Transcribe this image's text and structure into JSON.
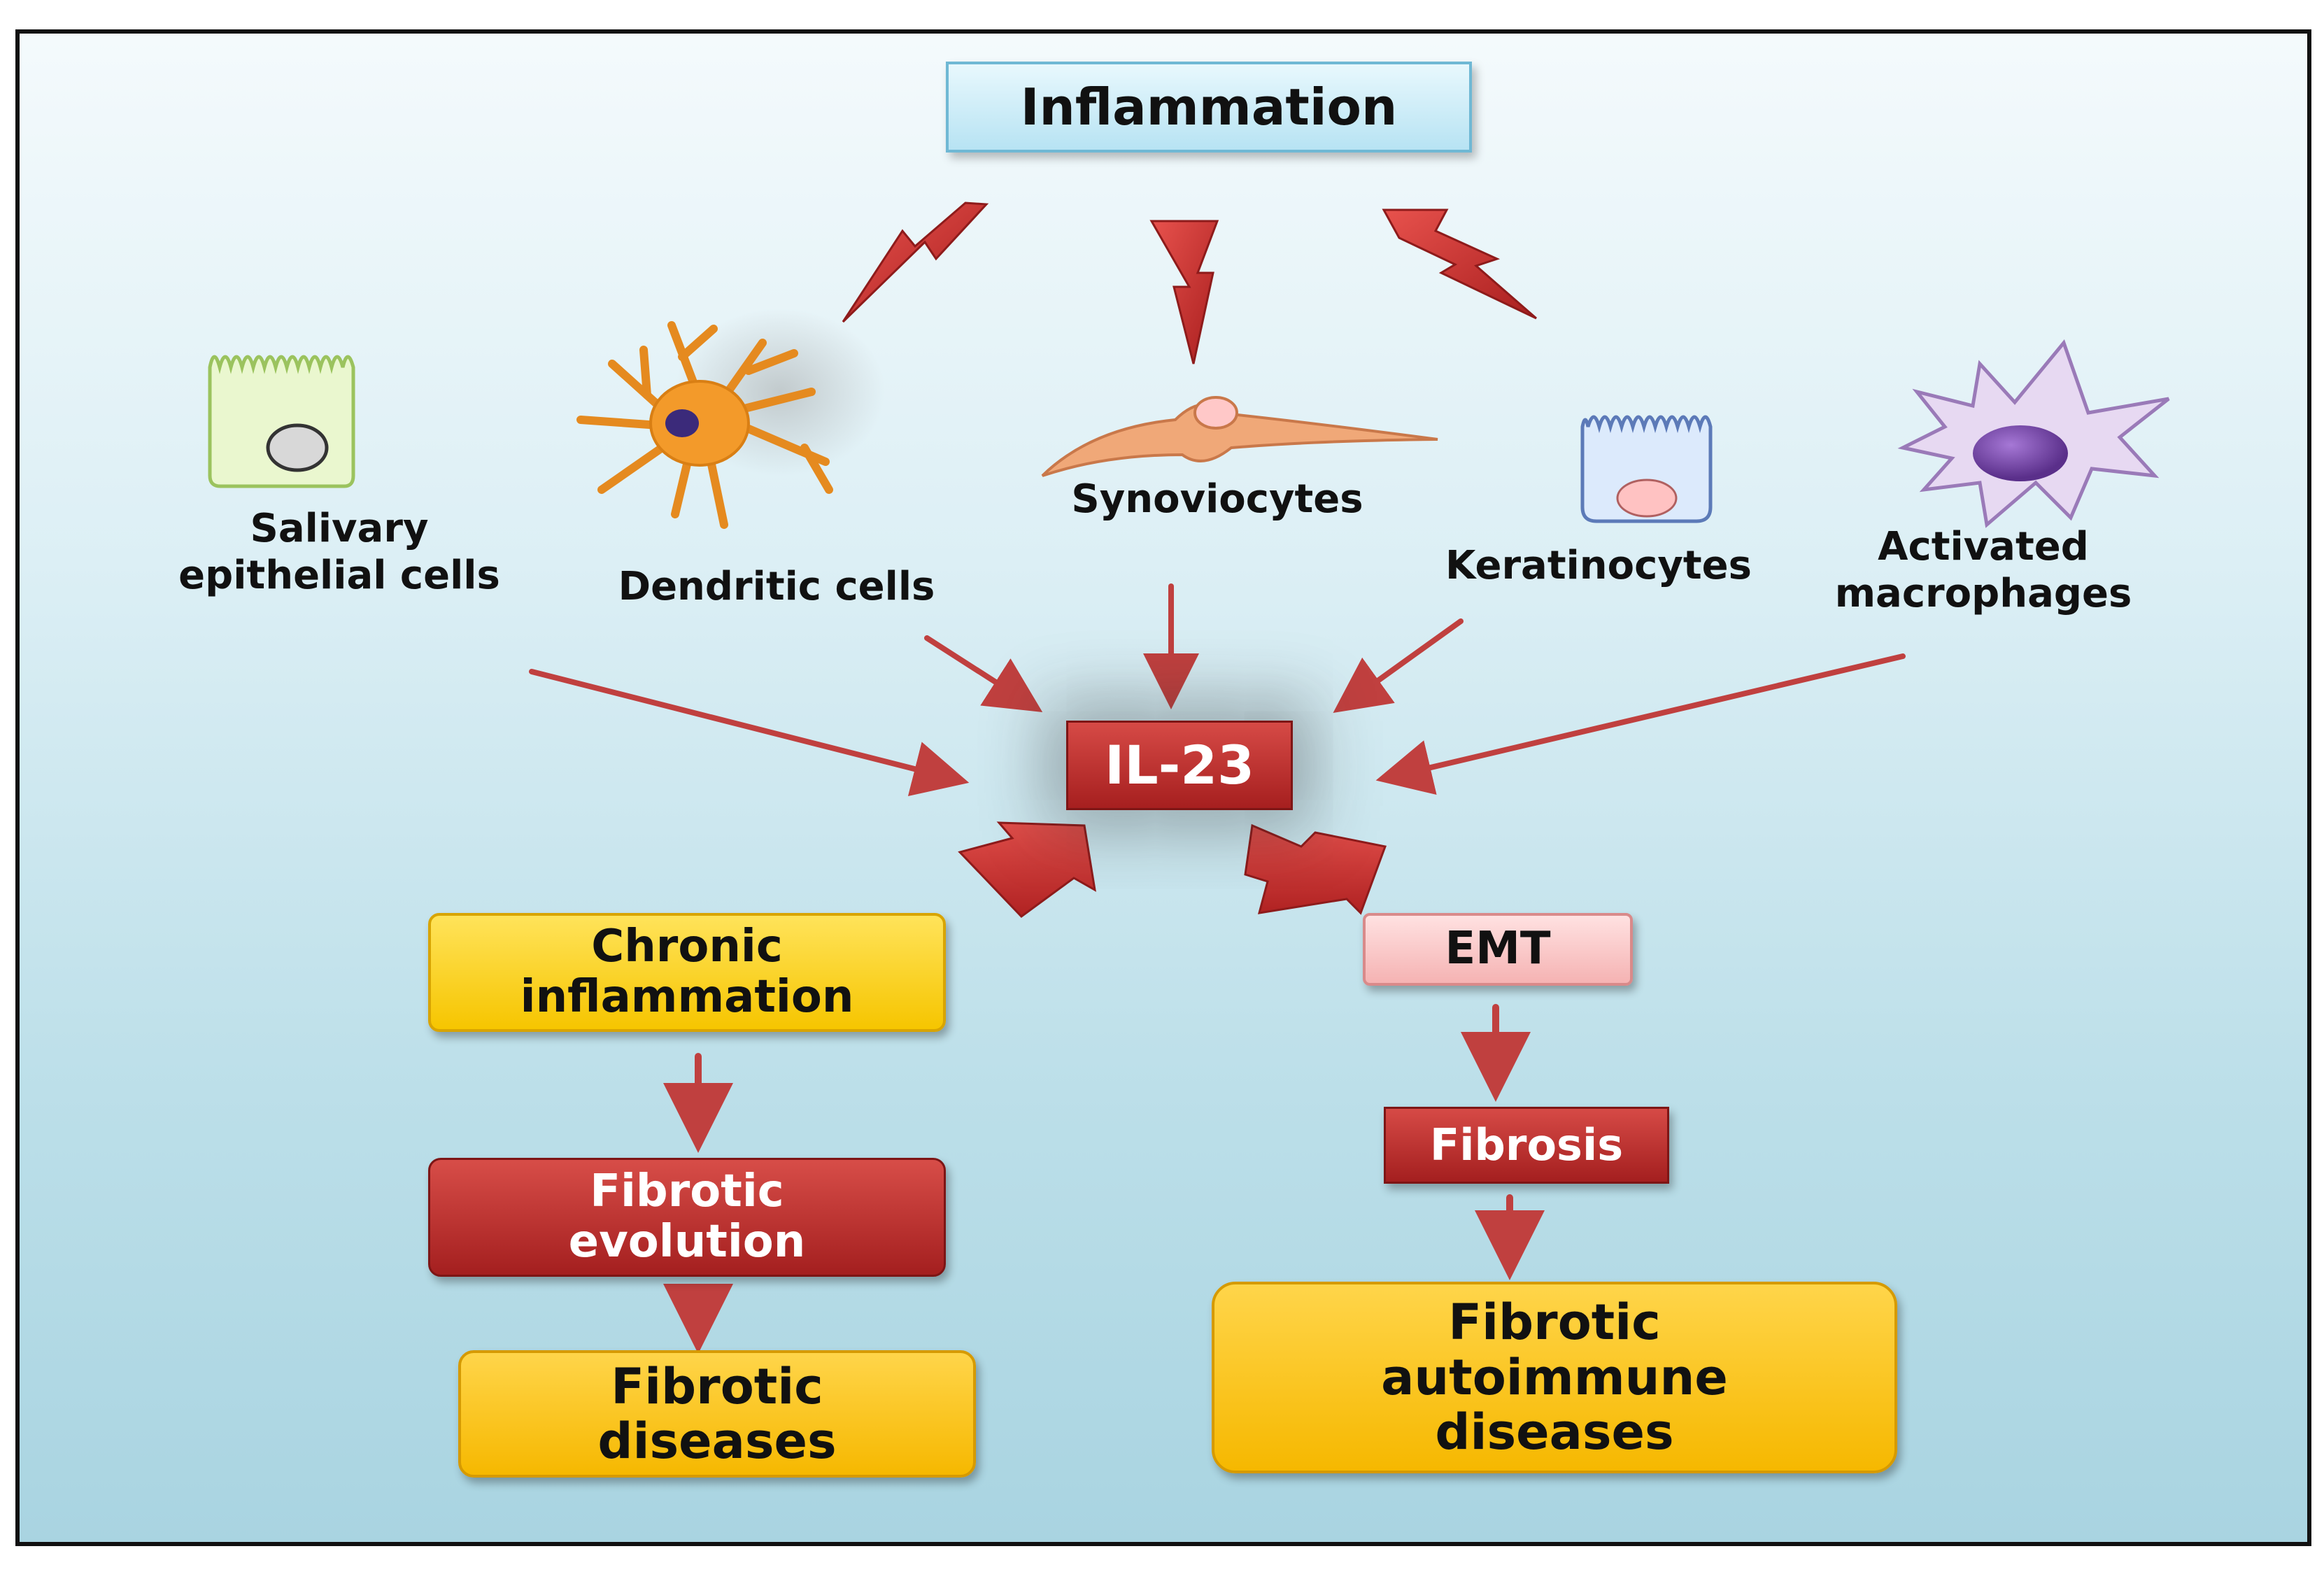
{
  "top": {
    "inflammation": "Inflammation"
  },
  "cells": {
    "salivary_line1": "Salivary",
    "salivary_line2": "epithelial cells",
    "dendritic": "Dendritic cells",
    "synoviocytes": "Synoviocytes",
    "keratinocytes": "Keratinocytes",
    "macrophages_line1": "Activated",
    "macrophages_line2": "macrophages"
  },
  "center": {
    "il23": "IL-23"
  },
  "left_branch": {
    "chronic_line1": "Chronic",
    "chronic_line2": "inflammation",
    "evolution_line1": "Fibrotic",
    "evolution_line2": "evolution",
    "diseases_line1": "Fibrotic",
    "diseases_line2": "diseases"
  },
  "right_branch": {
    "emt": "EMT",
    "fibrosis": "Fibrosis",
    "autoimmune_line1": "Fibrotic",
    "autoimmune_line2": "autoimmune",
    "autoimmune_line3": "diseases"
  },
  "colors": {
    "arrow": "#c0403f",
    "il23": "#b52a2a",
    "yellow": "#f6c500",
    "pink": "#f5b3b3",
    "background": "#bcdfe9"
  }
}
